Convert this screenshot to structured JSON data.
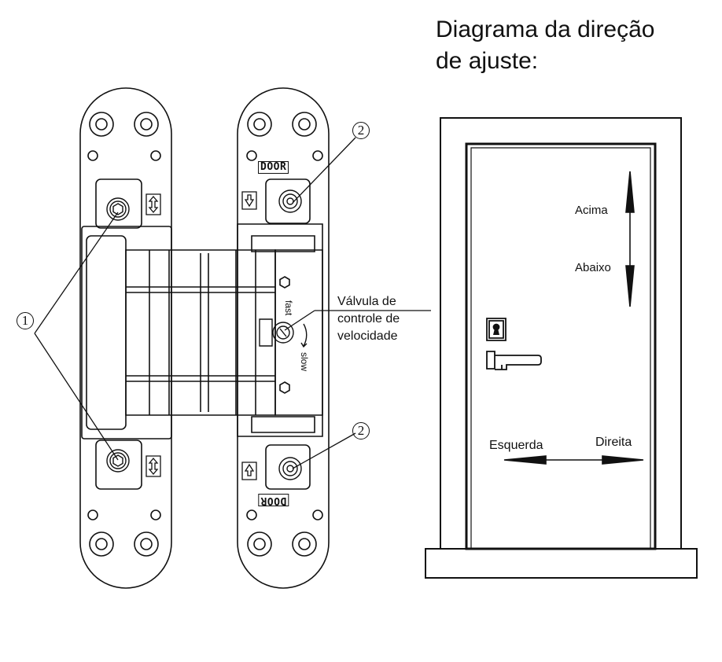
{
  "title": {
    "line1": "Diagrama da direção",
    "line2": "de ajuste:"
  },
  "hinge": {
    "callout_1": "1",
    "callout_2": "2",
    "door_tag": "DOOR",
    "speed_fast": "fast",
    "speed_slow": "slow",
    "valve_label_1": "Válvula de",
    "valve_label_2": "controle de",
    "valve_label_3": "velocidade"
  },
  "door": {
    "up_label": "Acima",
    "down_label": "Abaixo",
    "left_label": "Esquerda",
    "right_label": "Direita"
  }
}
